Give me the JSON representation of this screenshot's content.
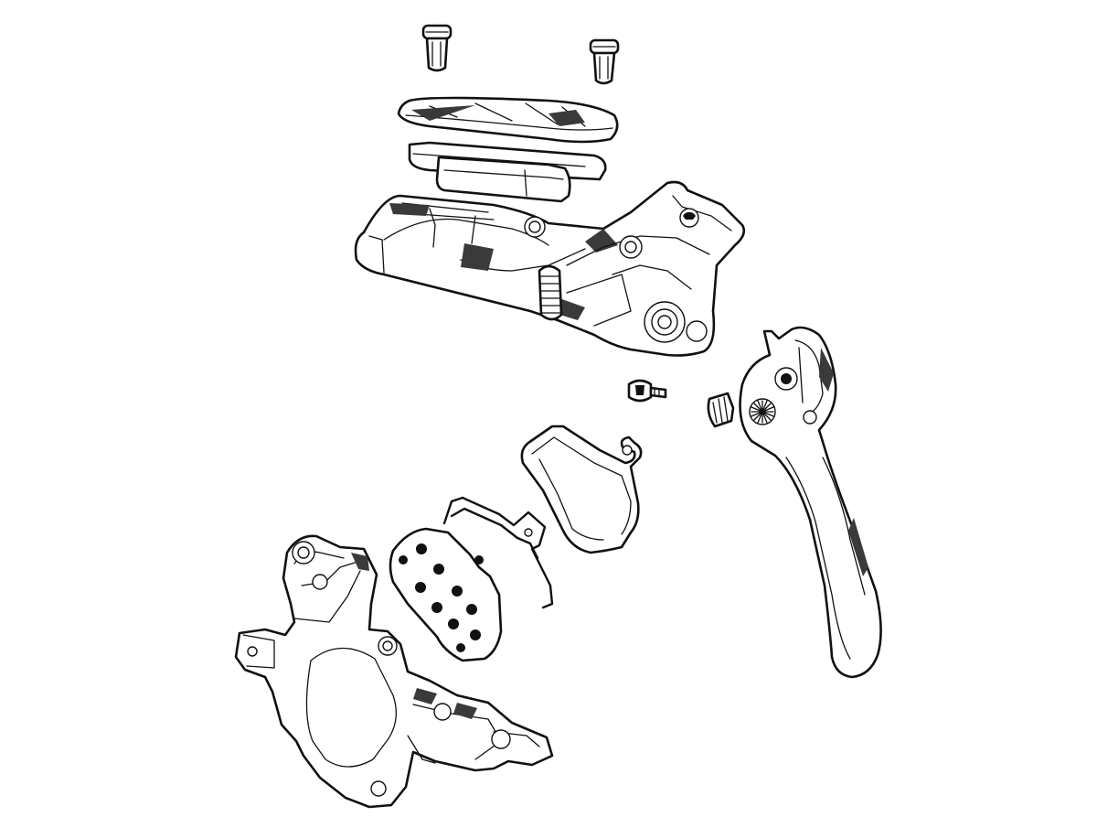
{
  "diagram": {
    "style": "black line-art exploded view on white background",
    "colors": {
      "line": "#111111",
      "background": "#ffffff",
      "shade": "#3a3a3a"
    },
    "parts": [
      "reservoir-cap-bolt",
      "reservoir-cap",
      "reservoir-diaphragm",
      "lever-body",
      "lever-pivot-screw",
      "reach-adjust-knob",
      "brake-lever-blade",
      "brake-pad-spring",
      "brake-pad-backing",
      "brake-pad",
      "brake-caliper"
    ]
  }
}
